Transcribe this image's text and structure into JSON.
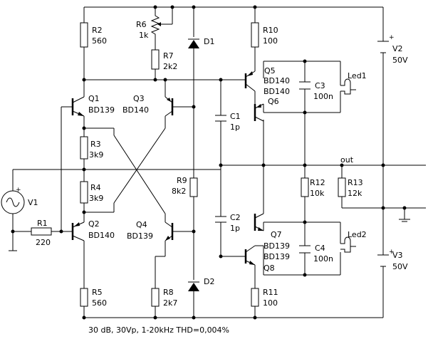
{
  "footer": "30 dB, 30Vp, 1-20kHz THD=0,004%",
  "labels": {
    "R2": "R2",
    "R2v": "560",
    "R6": "R6",
    "R6v": "1k",
    "R7": "R7",
    "R7v": "2k2",
    "D1": "D1",
    "R10": "R10",
    "R10v": "100",
    "V2": "V2",
    "V2v": "50V",
    "Q1": "Q1",
    "Q1t": "BD139",
    "Q3": "Q3",
    "Q3t": "BD140",
    "Q5": "Q5",
    "Q5t": "BD140",
    "Q6t": "BD140",
    "Q6": "Q6",
    "C3": "C3",
    "C3v": "100n",
    "Led1": "Led1",
    "C1": "C1",
    "C1v": "1p",
    "R3": "R3",
    "R3v": "3k9",
    "R4": "R4",
    "R4v": "3k9",
    "out": "out",
    "R9": "R9",
    "R9v": "8k2",
    "R12": "R12",
    "R12v": "10k",
    "R13": "R13",
    "R13v": "12k",
    "V1": "V1",
    "R1": "R1",
    "R1v": "220",
    "Q2": "Q2",
    "Q2t": "BD140",
    "Q4": "Q4",
    "Q4t": "BD139",
    "C2": "C2",
    "C2v": "1p",
    "Q7": "Q7",
    "Q7t": "BD139",
    "Q8t": "BD139",
    "Q8": "Q8",
    "C4": "C4",
    "C4v": "100n",
    "Led2": "Led2",
    "V3": "V3",
    "V3v": "50V",
    "R5": "R5",
    "R5v": "560",
    "R8": "R8",
    "R8v": "2k7",
    "D2": "D2",
    "R11": "R11",
    "R11v": "100"
  }
}
